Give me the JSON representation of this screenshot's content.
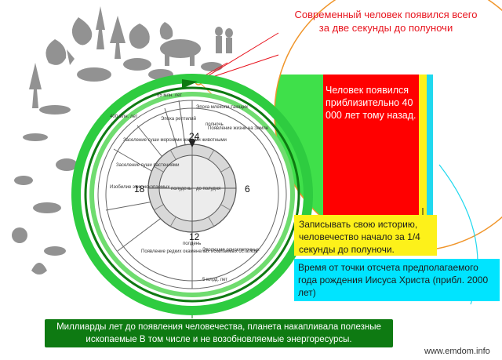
{
  "callouts": {
    "modern_human": "Современный человек появился всего за две секунды до полуночи",
    "human_appeared": "Человек появился приблизительно 40 000 лет тому назад.",
    "history": "Записывать свою историю, человечество начало за 1/4 секунды до полуночи.",
    "christ": "Время от точки отсчета предполагаемого года рождения Иисуса Христа (прибл. 2000 лет)",
    "billions": "Миллиарды лет до появления человечества, планета накапливала полезные ископаемые В том числе и не возобновляемые энергоресурсы."
  },
  "clock": {
    "numbers": {
      "top": "24",
      "left": "18",
      "right": "6",
      "bottom": "12"
    },
    "inner_left": "полудень",
    "inner_right": "до полудня",
    "inner_top": "полночь",
    "inner_bottom": "полдень"
  },
  "eras": [
    "Эпоха рептилий",
    "Эпоха млекопи-тающих",
    "Появление жизни на Земле",
    "Заселение суши морскими живыми животными",
    "Заселение суши растениями",
    "Изобилие этих ископаемых",
    "Появление редких окаменелых ископаемых остатков",
    "Эволюция одноклеточных",
    "65 млн. лет",
    "400 млн. лет",
    "5 млрд. лет"
  ],
  "watermark": "www.emdom.info",
  "colors": {
    "red_band": "#ff0000",
    "green_band": "#3fe04a",
    "yellow_band": "#fdf11a",
    "cyan_band": "#1fd8ee",
    "ring_green": "#2ecc40",
    "ring_dark": "#0e7a12",
    "circle_outline": "#f0952a"
  }
}
